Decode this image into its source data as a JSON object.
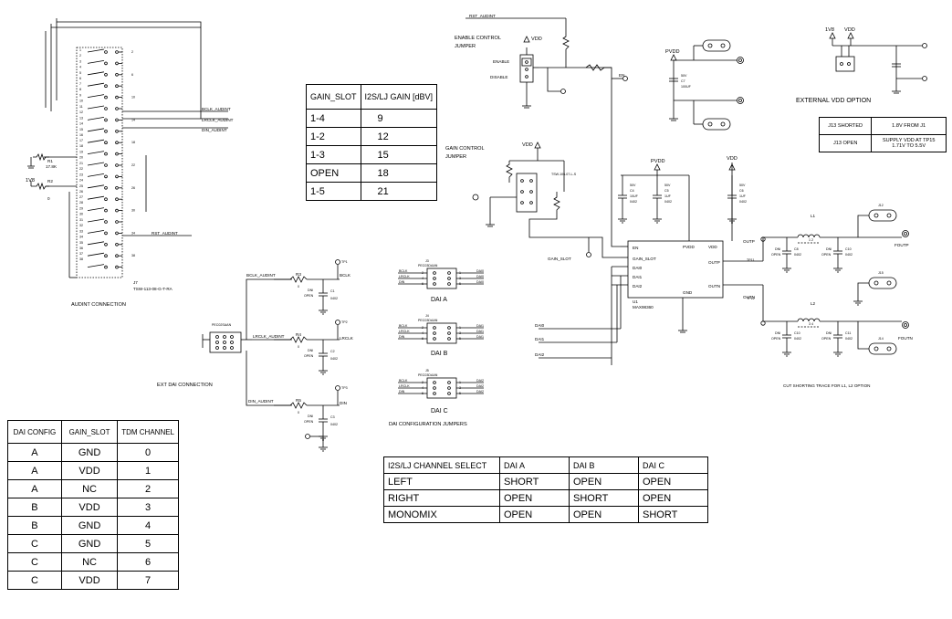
{
  "labels": {
    "audint_connection": "AUDINT CONNECTION",
    "ext_dai_connection": "EXT DAI CONNECTION",
    "dai_config_jumpers": "DAI CONFIGURATION JUMPERS",
    "enable_control_jumper": "ENABLE CONTROL\nJUMPER",
    "gain_control_jumper": "GAIN CONTROL\nJUMPER",
    "external_vdd_option": "EXTERNAL VDD OPTION",
    "cut_shorting_trace": "CUT SHORTING TRACE FOR L1, L2 OPTION",
    "enable": "ENABLE",
    "disable": "DISABLE",
    "dai_a": "DAI A",
    "dai_b": "DAI B",
    "dai_c": "DAI C"
  },
  "nets": {
    "bclk_audint": "BCLK_AUDINT",
    "lrclk_audint": "LRCLK_AUDINT",
    "din_audint": "DIN_AUDINT",
    "rst_audint": "RST_AUDINT",
    "bclk": "BCLK",
    "lrclk": "LRCLK",
    "din": "DIN",
    "gain_slot": "GAIN_SLOT",
    "en": "EN",
    "vdd": "VDD",
    "pvdd": "PVDD",
    "v1v8": "1V8",
    "outp": "OUTP",
    "outn": "OUTN",
    "foutp": "FOUTP",
    "foutn": "FOUTN",
    "dai0": "DAI0",
    "dai1": "DAI1",
    "dai2": "DAI2"
  },
  "components": {
    "j7_left": "TSW-113-08-G-T-RA",
    "j7_left_ref": "J7",
    "r1": "R1",
    "r1_val": "17.8K",
    "r2": "R2",
    "r2_val": "0",
    "u1_ref": "U1",
    "u1_part": "MAX98360",
    "j7_gain": "TSW-106-07-L-S",
    "j8": "PEC02SAAN",
    "j2": "PEC03DAAN",
    "j3": "PEC03DAAN",
    "l1": "L1",
    "l2": "L2"
  },
  "gain_table": {
    "header": [
      "GAIN_SLOT",
      "I2S/LJ GAIN [dBV]"
    ],
    "rows": [
      [
        "1-4",
        "9"
      ],
      [
        "1-2",
        "12"
      ],
      [
        "1-3",
        "15"
      ],
      [
        "OPEN",
        "18"
      ],
      [
        "1-5",
        "21"
      ]
    ]
  },
  "dai_table": {
    "header": [
      "DAI CONFIG",
      "GAIN_SLOT",
      "TDM CHANNEL"
    ],
    "rows": [
      [
        "A",
        "GND",
        "0"
      ],
      [
        "A",
        "VDD",
        "1"
      ],
      [
        "A",
        "NC",
        "2"
      ],
      [
        "B",
        "VDD",
        "3"
      ],
      [
        "B",
        "GND",
        "4"
      ],
      [
        "C",
        "GND",
        "5"
      ],
      [
        "C",
        "NC",
        "6"
      ],
      [
        "C",
        "VDD",
        "7"
      ]
    ]
  },
  "channel_select_table": {
    "header": [
      "I2S/LJ CHANNEL SELECT",
      "DAI A",
      "DAI B",
      "DAI C"
    ],
    "rows": [
      [
        "LEFT",
        "SHORT",
        "OPEN",
        "OPEN"
      ],
      [
        "RIGHT",
        "OPEN",
        "SHORT",
        "OPEN"
      ],
      [
        "MONOMIX",
        "OPEN",
        "OPEN",
        "SHORT"
      ]
    ]
  },
  "j13_table": {
    "rows": [
      [
        "J13 SHORTED",
        "1.8V FROM J1"
      ],
      [
        "J13 OPEN",
        "SUPPLY VDD AT TP15\n1.71V TO 5.5V"
      ]
    ]
  }
}
